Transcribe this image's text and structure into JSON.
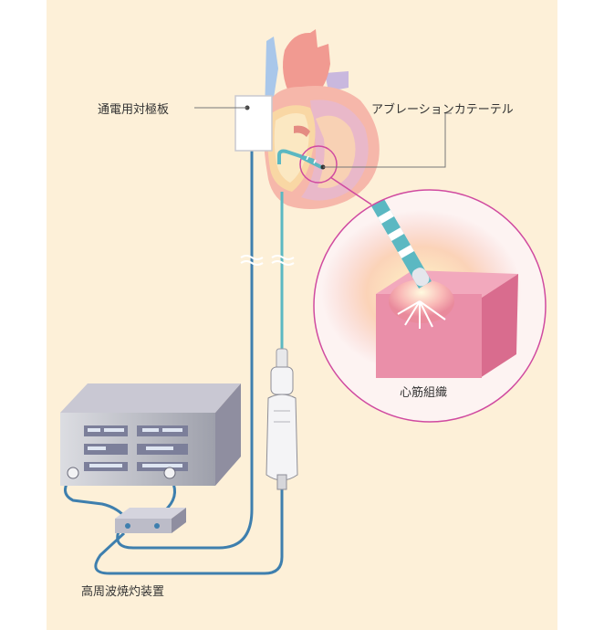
{
  "labels": {
    "plate": "通電用対極板",
    "catheter": "アブレーションカテーテル",
    "tissue": "心筋組織",
    "generator": "高周波焼灼装置"
  }
}
